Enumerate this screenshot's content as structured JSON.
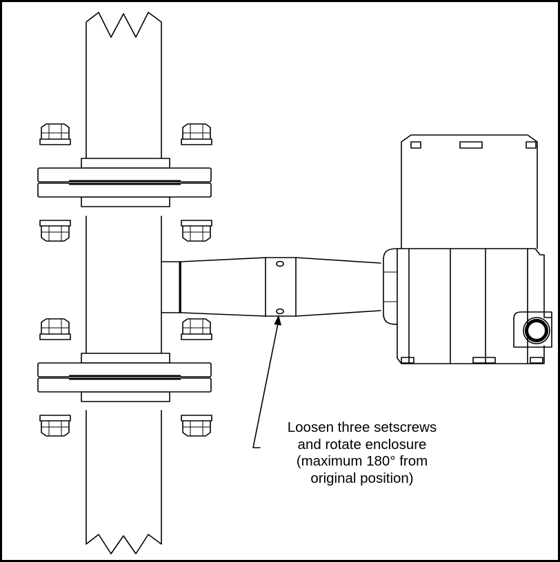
{
  "callout": {
    "lines": [
      "Loosen three setscrews",
      "and rotate enclosure",
      "(maximum 180° from",
      "original position)"
    ]
  }
}
